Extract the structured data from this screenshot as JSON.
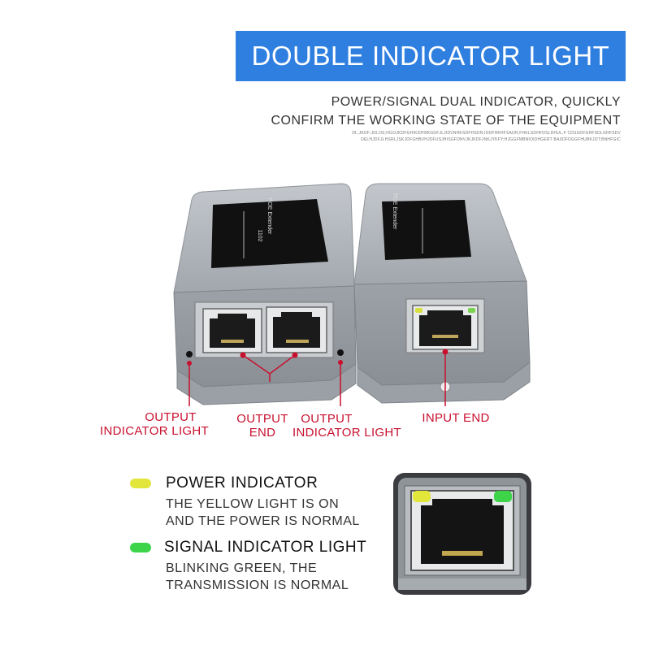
{
  "header": {
    "title": "DOUBLE INDICATOR LIGHT",
    "subtitle_line1": "POWER/SIGNAL DUAL INDICATOR, QUICKLY",
    "subtitle_line2": "CONFIRM THE WORKING STATE OF THE EQUIPMENT",
    "fine_text": "DL;JKDF;JDLOS;HGOJKDFGHIKIDFBKGDFJLJIDVNHKSDFHSDN;IDDFHKHFSADH;FHKLSDHFDSLDHUL;F CDSUDFGHFSDLGHFSDV DELHJDFJLHSRLJSKJDFGHBVHJDFUSJHISGFDNVJKJKDFJNKJYKFY;HJGGFMBNIOIDHGERT BAXDFDGGFHUBKJOT;BNHFGIC"
  },
  "product": {
    "left_label_title": "POE Extender",
    "right_label_title": "POE Extender",
    "model_code": "1102"
  },
  "callouts": {
    "output_indicator_left_line1": "OUTPUT",
    "output_indicator_left_line2": "INDICATOR LIGHT",
    "output_end_line1": "OUTPUT",
    "output_end_line2": "END",
    "output_indicator_right_line1": "OUTPUT",
    "output_indicator_right_line2": "INDICATOR LIGHT",
    "input_end": "INPUT END"
  },
  "legend": {
    "power_title": "POWER INDICATOR",
    "power_desc_line1": "THE YELLOW LIGHT IS ON",
    "power_desc_line2": "AND THE POWER IS NORMAL",
    "power_color": "#e3e63a",
    "signal_title": "SIGNAL INDICATOR LIGHT",
    "signal_desc_line1": "BLINKING GREEN, THE",
    "signal_desc_line2": "TRANSMISSION IS NORMAL",
    "signal_color": "#3dd44a"
  },
  "colors": {
    "banner": "#2f7fe0",
    "callout_red": "#c8102e",
    "housing_gray": "#a8adb3"
  }
}
